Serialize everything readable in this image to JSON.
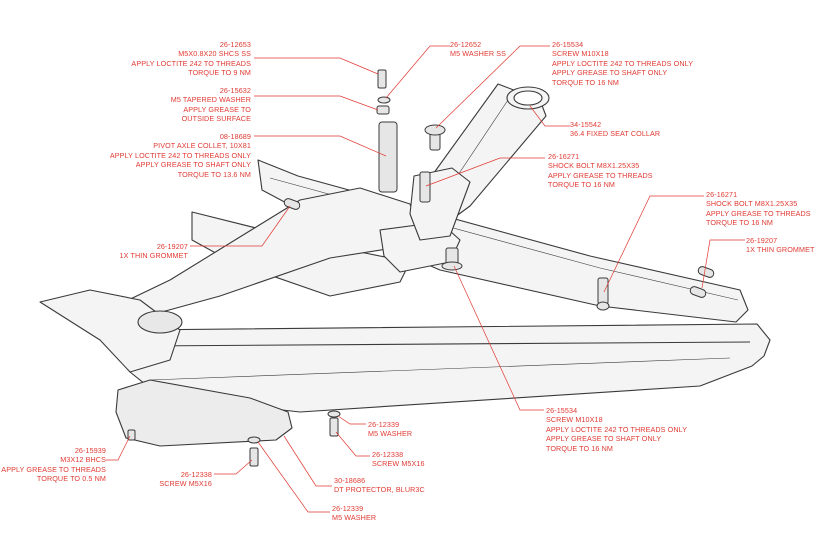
{
  "colors": {
    "callout_text": "#e03a33",
    "leader_line": "#e03a33",
    "frame_fill": "#f4f4f4",
    "frame_outline": "#3a3a3a",
    "background": "#ffffff"
  },
  "callouts": [
    {
      "id": "c-26-12653",
      "lines": [
        "26-12653",
        "M5X0.8X20 SHCS SS",
        "APPLY LOCTITE 242 TO THREADS",
        "TORQUE TO 9 NM"
      ]
    },
    {
      "id": "c-26-12652",
      "lines": [
        "26-12652",
        "M5 WASHER SS"
      ]
    },
    {
      "id": "c-26-15534-top",
      "lines": [
        "26-15534",
        "SCREW M10X18",
        "APPLY LOCTITE 242 TO THREADS ONLY",
        "APPLY GREASE TO SHAFT ONLY",
        "TORQUE TO 16 NM"
      ]
    },
    {
      "id": "c-26-15632",
      "lines": [
        "26-15632",
        "M5 TAPERED WASHER",
        "APPLY GREASE TO",
        "OUTSIDE SURFACE"
      ]
    },
    {
      "id": "c-34-15542",
      "lines": [
        "34-15542",
        "36.4 FIXED SEAT COLLAR"
      ]
    },
    {
      "id": "c-08-18689",
      "lines": [
        "08-18689",
        "PIVOT AXLE COLLET, 10X81",
        "APPLY LOCTITE 242 TO THREADS ONLY",
        "APPLY GREASE TO SHAFT ONLY",
        "TORQUE TO 13.6 NM"
      ]
    },
    {
      "id": "c-26-16271-center",
      "lines": [
        "26-16271",
        "SHOCK BOLT M8X1.25X35",
        "APPLY GREASE TO THREADS",
        "TORQUE TO 16 NM"
      ]
    },
    {
      "id": "c-26-16271-right",
      "lines": [
        "26-16271",
        "SHOCK BOLT M8X1.25X35",
        "APPLY GREASE TO THREADS",
        "TORQUE TO 16 NM"
      ]
    },
    {
      "id": "c-26-19207-left",
      "lines": [
        "26-19207",
        "1X THIN GROMMET"
      ]
    },
    {
      "id": "c-26-19207-right",
      "lines": [
        "26-19207",
        "1X THIN GROMMET"
      ]
    },
    {
      "id": "c-26-15534-bottom",
      "lines": [
        "26-15534",
        "SCREW M10X18",
        "APPLY LOCTITE 242 TO THREADS ONLY",
        "APPLY GREASE TO SHAFT ONLY",
        "TORQUE TO 16 NM"
      ]
    },
    {
      "id": "c-26-12339-right",
      "lines": [
        "26-12339",
        "M5 WASHER"
      ]
    },
    {
      "id": "c-26-12338-right",
      "lines": [
        "26-12338",
        "SCREW M5X16"
      ]
    },
    {
      "id": "c-26-15939",
      "lines": [
        "26-15939",
        "M3X12 BHCS",
        "APPLY GREASE TO THREADS",
        "TORQUE TO 0.5 NM"
      ]
    },
    {
      "id": "c-26-12338-bottom",
      "lines": [
        "26-12338",
        "SCREW M5X16"
      ]
    },
    {
      "id": "c-30-18686",
      "lines": [
        "30-18686",
        "DT PROTECTOR, BLUR3C"
      ]
    },
    {
      "id": "c-26-12339-bottom",
      "lines": [
        "26-12339",
        "M5 WASHER"
      ]
    }
  ]
}
